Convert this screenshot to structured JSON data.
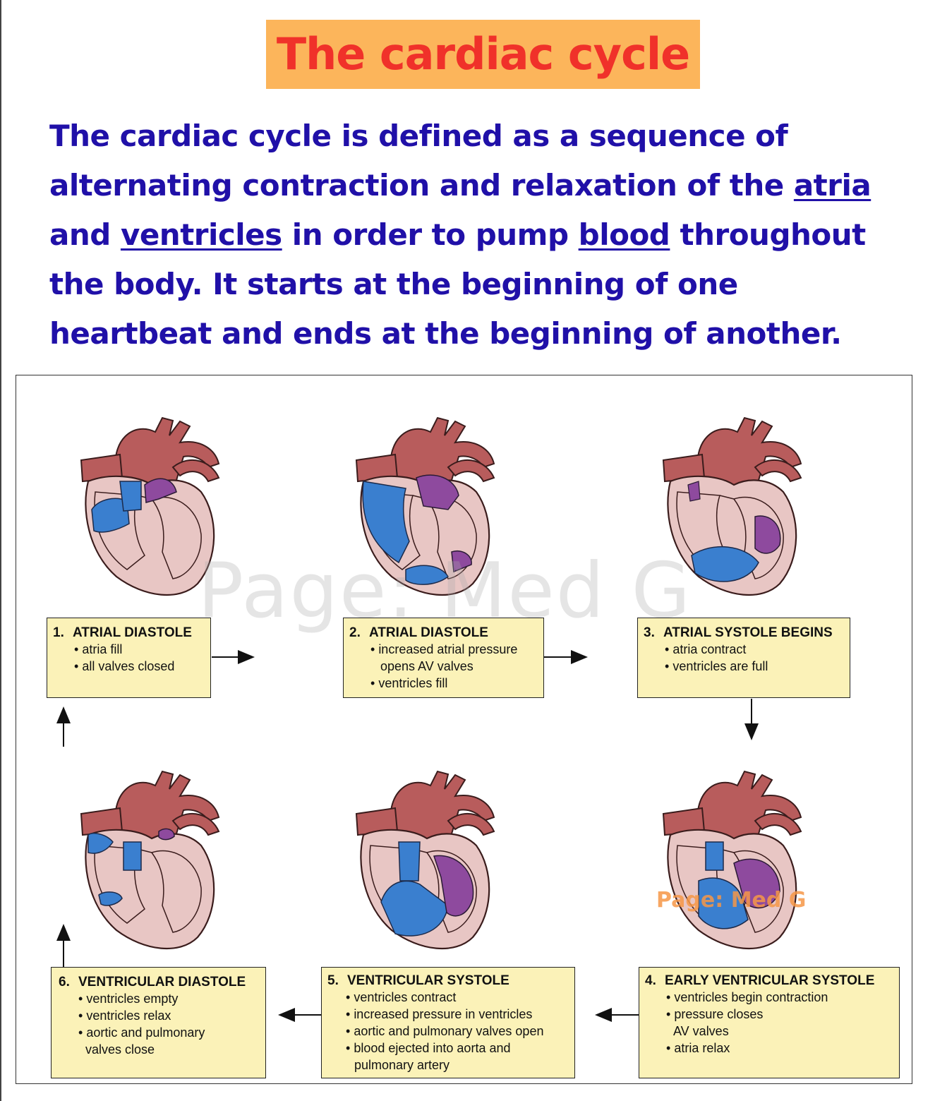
{
  "title": "The cardiac cycle",
  "definition": {
    "line1": "The cardiac cycle is defined as a sequence of",
    "line2_a": "alternating contraction and relaxation of the ",
    "line2_link": "atria",
    "line3_a": "and ",
    "line3_link1": "ventricles",
    "line3_b": " in order to pump ",
    "line3_link2": "blood",
    "line3_c": " throughout",
    "line4": "the body. It starts at the beginning of one",
    "line5": "heartbeat and ends at the beginning of another."
  },
  "watermarks": {
    "large": "Page: Med G",
    "small": "Page: Med G"
  },
  "colors": {
    "title_bg": "#fcb55b",
    "title_text": "#f0312a",
    "definition_text": "#2010a8",
    "box_bg": "#fbf2b8",
    "oxygenated": "#8e4a9e",
    "deoxygenated": "#3a7fcf",
    "vessel": "#b85c5c",
    "muscle": "#e8c6c4"
  },
  "stages": [
    {
      "num": "1.",
      "title": "ATRIAL DIASTOLE",
      "bullets": [
        "atria fill",
        "all valves closed"
      ]
    },
    {
      "num": "2.",
      "title": "ATRIAL DIASTOLE",
      "bullets": [
        "increased atrial pressure",
        "opens AV valves",
        "ventricles fill"
      ]
    },
    {
      "num": "3.",
      "title": "ATRIAL SYSTOLE BEGINS",
      "bullets": [
        "atria contract",
        "ventricles are full"
      ]
    },
    {
      "num": "4.",
      "title": "EARLY VENTRICULAR SYSTOLE",
      "bullets": [
        "ventricles begin contraction",
        "pressure closes",
        "AV valves",
        "atria relax"
      ]
    },
    {
      "num": "5.",
      "title": "VENTRICULAR SYSTOLE",
      "bullets": [
        "ventricles contract",
        "increased pressure in ventricles",
        "aortic and pulmonary valves open",
        "blood ejected into aorta and",
        "pulmonary artery"
      ]
    },
    {
      "num": "6.",
      "title": "VENTRICULAR DIASTOLE",
      "bullets": [
        "ventricles empty",
        "ventricles relax",
        "aortic and pulmonary",
        "valves close"
      ]
    }
  ]
}
